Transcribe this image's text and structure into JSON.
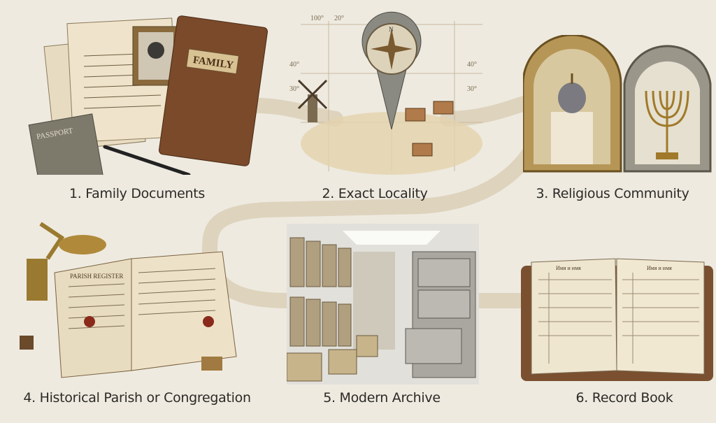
{
  "steps": [
    {
      "label": "1. Family Documents",
      "details": {
        "book_title": "FAMILY",
        "passport": "PASSPORT"
      }
    },
    {
      "label": "2. Exact Locality",
      "details": {
        "compass_north": "N",
        "map_ticks": [
          "100°",
          "20°",
          "40°",
          "30°",
          "40°",
          "30°"
        ]
      }
    },
    {
      "label": "3. Religious Community"
    },
    {
      "label": "4. Historical Parish or Congregation",
      "details": {
        "register_title": "PARISH REGISTER"
      }
    },
    {
      "label": "5. Modern Archive"
    },
    {
      "label": "6. Record Book",
      "details": {
        "column_header": "Имя и имя"
      }
    }
  ],
  "colors": {
    "background": "#eeeae0",
    "path": "#d9cdb4",
    "text": "#2c2a26"
  }
}
